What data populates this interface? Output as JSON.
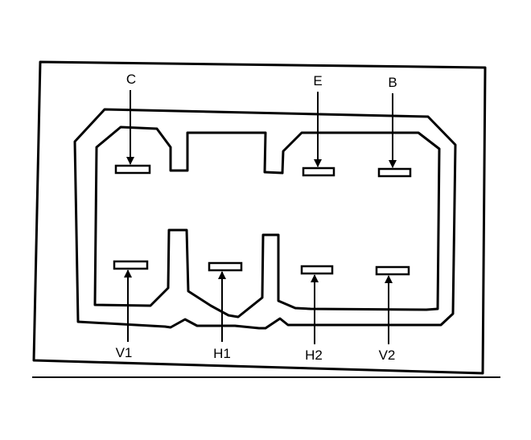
{
  "diagram": {
    "labels": {
      "c": "C",
      "e": "E",
      "b": "B",
      "v1": "V1",
      "h1": "H1",
      "h2": "H2",
      "v2": "V2"
    }
  }
}
